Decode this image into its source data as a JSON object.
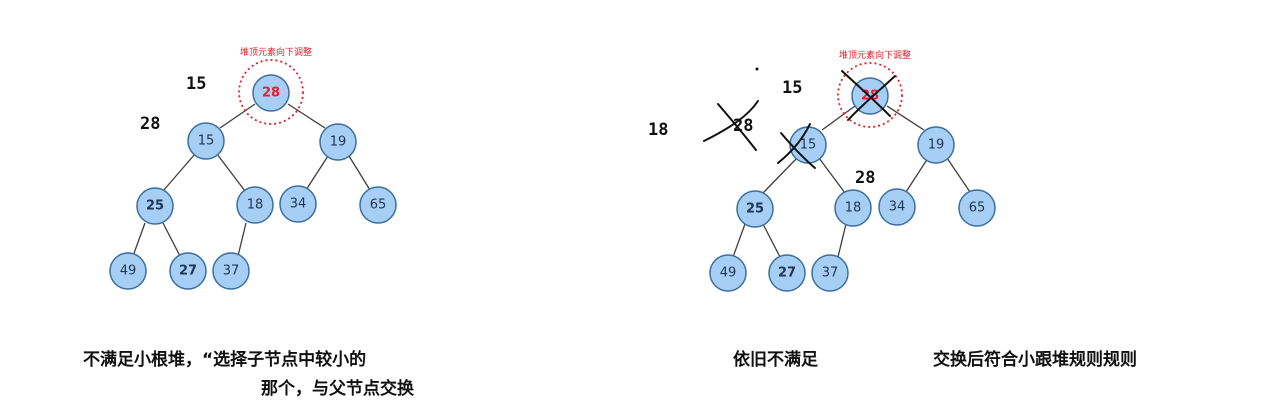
{
  "left_panel": {
    "hint_label": "堆顶元素向下调整",
    "annotations": {
      "note_15": "15",
      "note_28": "28"
    },
    "nodes": [
      "28",
      "15",
      "19",
      "25",
      "18",
      "34",
      "65",
      "49",
      "27",
      "37"
    ],
    "caption_line1": "不满足小根堆，“选择子节点中较小的",
    "caption_line2": "那个，与父节点交换"
  },
  "right_panel": {
    "hint_label": "堆顶元素向下调整",
    "annotations": {
      "note_15": "15",
      "note_18": "18",
      "note_28_crossed": "28",
      "note_28": "28"
    },
    "nodes": [
      "28",
      "15",
      "19",
      "25",
      "18",
      "34",
      "65",
      "49",
      "27",
      "37"
    ],
    "caption_status": "依旧不满足",
    "caption_result": "交换后符合小跟堆规则规则"
  },
  "colors": {
    "node_fill": "#a7cff5",
    "node_stroke": "#3a6f9e",
    "highlight": "#e0202a",
    "ink": "#111111"
  }
}
